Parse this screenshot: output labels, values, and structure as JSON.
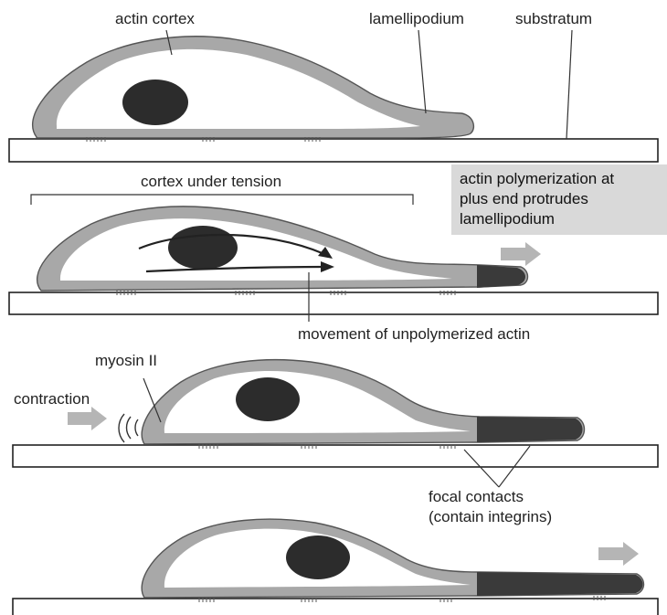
{
  "colors": {
    "cortex": "#a8a8a8",
    "nucleus": "#2c2c2c",
    "lamellipodium_dark": "#3a3a3a",
    "arrow_fill": "#b5b5b5",
    "callout_background": "#d9d9d9"
  },
  "panel1": {
    "actin_cortex": "actin cortex",
    "lamellipodium": "lamellipodium",
    "substratum": "substratum"
  },
  "panel2": {
    "cortex_under_tension": "cortex under tension",
    "callout_line1": "actin polymerization at",
    "callout_line2": "plus end protrudes",
    "callout_line3": "lamellipodium",
    "movement": "movement of unpolymerized actin"
  },
  "panel3": {
    "myosin": "myosin II",
    "contraction": "contraction",
    "focal_line1": "focal contacts",
    "focal_line2": "(contain integrins)"
  },
  "icons": [
    "movement-arrow-icon",
    "contraction-arrow-icon",
    "protrusion-arrow-icon"
  ]
}
